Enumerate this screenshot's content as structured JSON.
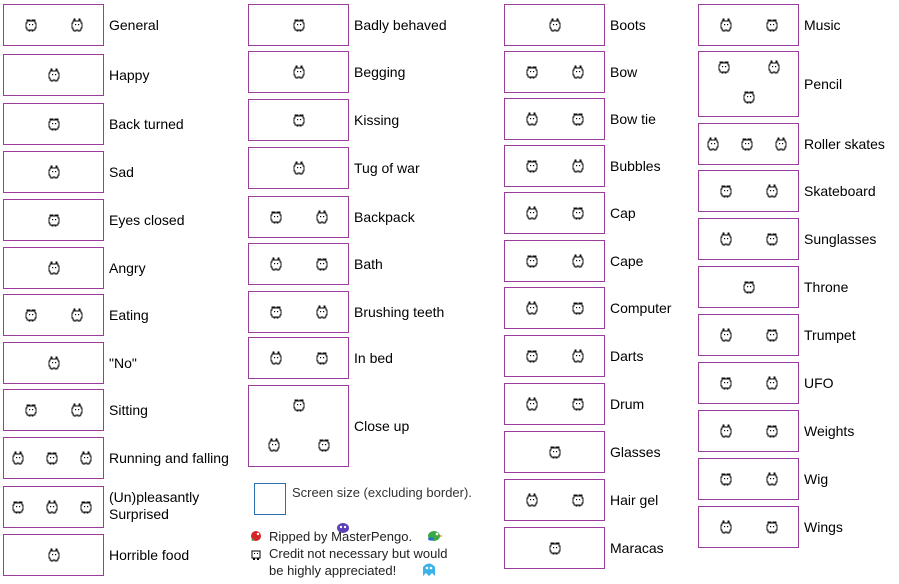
{
  "items": [
    {
      "label": "General",
      "sprites": 2
    },
    {
      "label": "Happy",
      "sprites": 1
    },
    {
      "label": "Back turned",
      "sprites": 1
    },
    {
      "label": "Sad",
      "sprites": 1
    },
    {
      "label": "Eyes closed",
      "sprites": 1
    },
    {
      "label": "Angry",
      "sprites": 1
    },
    {
      "label": "Eating",
      "sprites": 2
    },
    {
      "label": "\"No\"",
      "sprites": 1
    },
    {
      "label": "Sitting",
      "sprites": 2
    },
    {
      "label": "Running and falling",
      "sprites": 3
    },
    {
      "label": "(Un)pleasantly Surprised",
      "sprites": 3
    },
    {
      "label": "Horrible food",
      "sprites": 1
    },
    {
      "label": "Badly behaved",
      "sprites": 1
    },
    {
      "label": "Begging",
      "sprites": 1
    },
    {
      "label": "Kissing",
      "sprites": 1
    },
    {
      "label": "Tug of war",
      "sprites": 1
    },
    {
      "label": "Backpack",
      "sprites": 2
    },
    {
      "label": "Bath",
      "sprites": 2
    },
    {
      "label": "Brushing teeth",
      "sprites": 2
    },
    {
      "label": "In bed",
      "sprites": 2
    },
    {
      "label": "Close up",
      "sprites": 3
    },
    {
      "label": "Boots",
      "sprites": 1
    },
    {
      "label": "Bow",
      "sprites": 2
    },
    {
      "label": "Bow tie",
      "sprites": 2
    },
    {
      "label": "Bubbles",
      "sprites": 2
    },
    {
      "label": "Cap",
      "sprites": 2
    },
    {
      "label": "Cape",
      "sprites": 2
    },
    {
      "label": "Computer",
      "sprites": 2
    },
    {
      "label": "Darts",
      "sprites": 2
    },
    {
      "label": "Drum",
      "sprites": 2
    },
    {
      "label": "Glasses",
      "sprites": 1
    },
    {
      "label": "Hair gel",
      "sprites": 2
    },
    {
      "label": "Maracas",
      "sprites": 1
    },
    {
      "label": "Music",
      "sprites": 2
    },
    {
      "label": "Pencil",
      "sprites": 3
    },
    {
      "label": "Roller skates",
      "sprites": 3
    },
    {
      "label": "Skateboard",
      "sprites": 2
    },
    {
      "label": "Sunglasses",
      "sprites": 2
    },
    {
      "label": "Throne",
      "sprites": 1
    },
    {
      "label": "Trumpet",
      "sprites": 2
    },
    {
      "label": "UFO",
      "sprites": 2
    },
    {
      "label": "Weights",
      "sprites": 2
    },
    {
      "label": "Wig",
      "sprites": 2
    },
    {
      "label": "Wings",
      "sprites": 2
    }
  ],
  "legend": {
    "text": "Screen size (excluding border)."
  },
  "credit": {
    "line1": "Ripped by MasterPengo.",
    "line2": "Credit not necessary but would",
    "line3": "be highly appreciated!"
  },
  "colors": {
    "border": "#9b3b9c",
    "legend_border": "#2a6fb0"
  }
}
